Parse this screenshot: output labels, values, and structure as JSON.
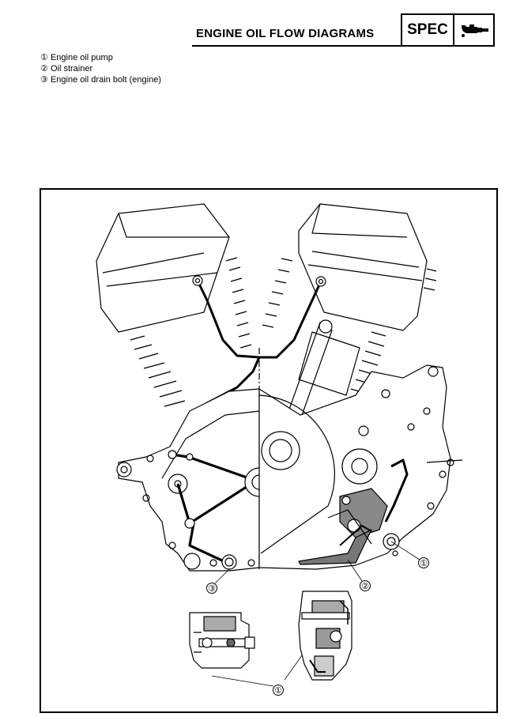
{
  "header": {
    "title": "ENGINE OIL FLOW DIAGRAMS",
    "spec_label": "SPEC",
    "spec_icon": "oil-can-icon"
  },
  "legend": [
    {
      "mark": "①",
      "text": "Engine oil pump"
    },
    {
      "mark": "②",
      "text": "Oil strainer"
    },
    {
      "mark": "③",
      "text": "Engine oil drain bolt (engine)"
    }
  ],
  "callouts": {
    "pump_main": "①",
    "strainer": "②",
    "drain_bolt": "③",
    "pump_detail": "①"
  }
}
